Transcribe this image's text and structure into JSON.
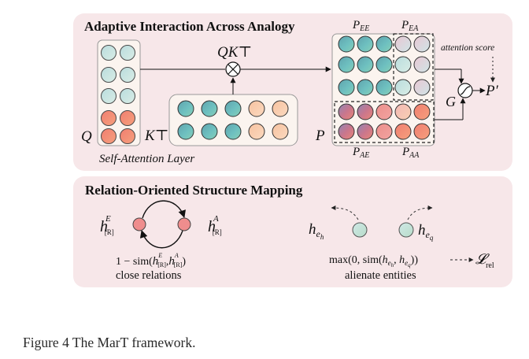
{
  "panel_top": {
    "title": "Adaptive Interaction Across Analogy",
    "qk_label": "QK⊤",
    "q_label": "Q",
    "kt_label": "K⊤",
    "p_label": "P",
    "p_ee": "P_EE",
    "p_ea": "P_EA",
    "p_ae": "P_AE",
    "p_aa": "P_AA",
    "attention_score": "attention score",
    "g_label": "G",
    "p_prime": "P′",
    "self_attention": "Self-Attention Layer"
  },
  "panel_bottom": {
    "title": "Relation-Oriented Structure Mapping",
    "h_e": "h^E_[R]",
    "h_a": "h^A_[R]",
    "close_formula": "1 − sim(h^E_[R], h^A_[R])",
    "close_relations": "close relations",
    "h_eh": "h_eh",
    "h_eq": "h_eq",
    "alienate_formula": "max(0, sim(h_eh, h_eq))",
    "alienate_entities": "alienate entities",
    "loss": "L_rel"
  },
  "caption": "Figure 4 The MarT framework.",
  "colors": {
    "panel_bg": "#f7e7e9",
    "inner_bg": "#fbf4ef",
    "teal": "#6fb8bf",
    "pale_teal": "#c8e3e3",
    "coral": "#f28b7c",
    "peach": "#f9c9a5",
    "pink": "#ef9898"
  }
}
